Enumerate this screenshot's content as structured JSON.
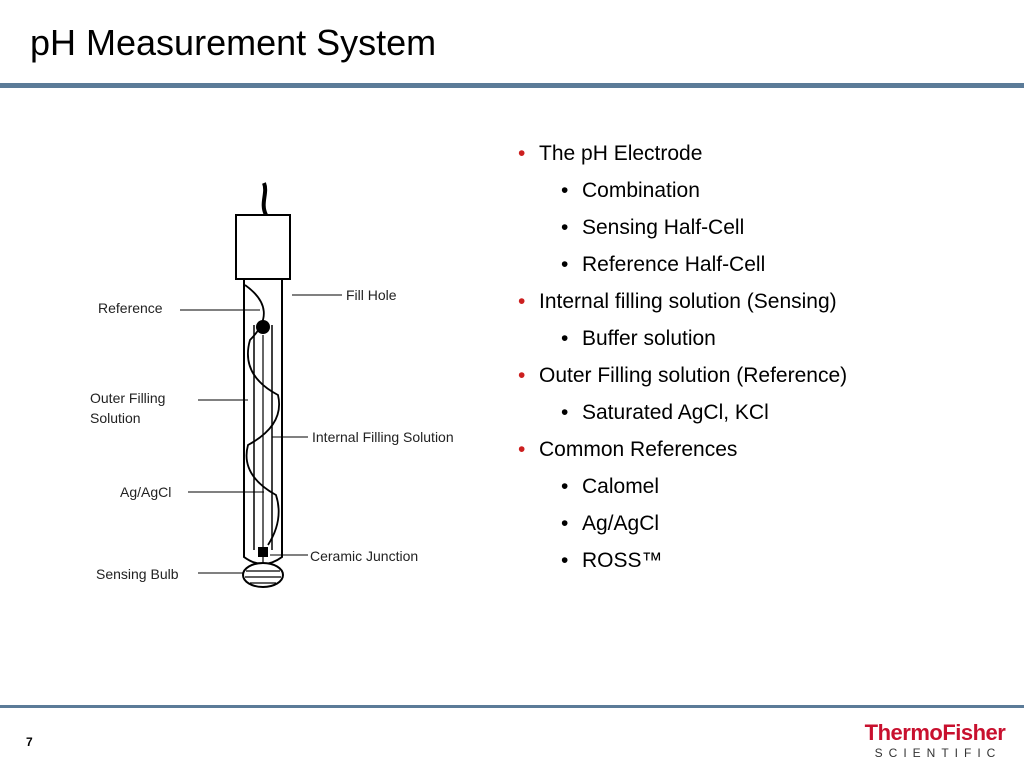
{
  "slide": {
    "title": "pH Measurement System",
    "page_number": "7"
  },
  "diagram": {
    "labels": {
      "reference": "Reference",
      "fill_hole": "Fill Hole",
      "outer_filling_line1": "Outer Filling",
      "outer_filling_line2": "Solution",
      "internal_filling": "Internal Filling Solution",
      "ag_agcl": "Ag/AgCl",
      "ceramic_junction": "Ceramic Junction",
      "sensing_bulb": "Sensing Bulb"
    }
  },
  "bullets": [
    {
      "text": "The pH Electrode",
      "sub": [
        "Combination",
        "Sensing Half-Cell",
        "Reference Half-Cell"
      ]
    },
    {
      "text": "Internal filling solution (Sensing)",
      "sub": [
        "Buffer solution"
      ]
    },
    {
      "text": "Outer Filling solution (Reference)",
      "sub": [
        "Saturated AgCl, KCl"
      ]
    },
    {
      "text": "Common References",
      "sub": [
        "Calomel",
        "Ag/AgCl",
        "ROSS™"
      ]
    }
  ],
  "logo": {
    "brand": "ThermoFisher",
    "sub_brand": "SCIENTIFIC"
  },
  "colors": {
    "accent_rule": "#5b7b98",
    "bullet_red": "#cc1f1f",
    "brand_red": "#c8102e"
  }
}
